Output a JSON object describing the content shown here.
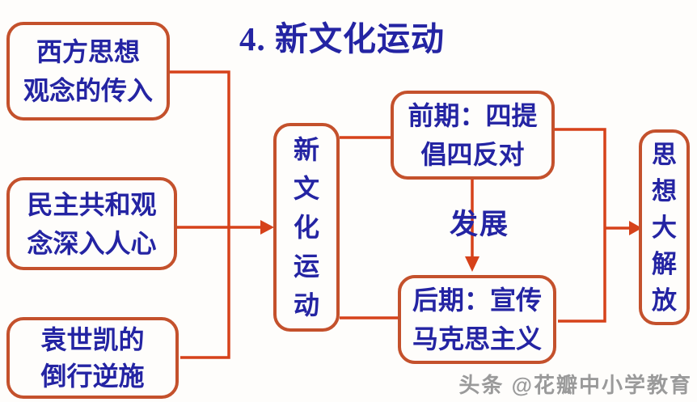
{
  "title": "4. 新文化运动",
  "causes": [
    {
      "line1": "西方思想",
      "line2": "观念的传入"
    },
    {
      "line1": "民主共和观",
      "line2": "念深入人心"
    },
    {
      "line1": "袁世凯的",
      "line2": "倒行逆施"
    }
  ],
  "center_box": {
    "text": "新文化运动"
  },
  "early_stage": {
    "line1": "前期：四提",
    "line2": "倡四反对"
  },
  "development_label": "发展",
  "late_stage": {
    "line1": "后期：宣传",
    "line2": "马克思主义"
  },
  "result_box": {
    "text": "思想大解放"
  },
  "watermark": "头条 @花瓣中小学教育",
  "colors": {
    "text_blue": "#2424a3",
    "border_red": "#c4512c",
    "arrow_red": "#d6421a",
    "watermark_gray": "#9a9a9a",
    "background": "#fefdfb"
  }
}
